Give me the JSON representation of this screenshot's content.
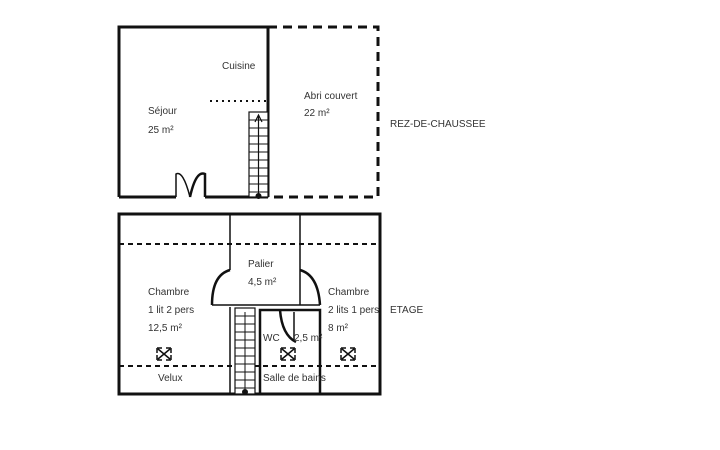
{
  "floors": {
    "ground": {
      "label": "REZ-DE-CHAUSSEE",
      "rooms": {
        "cuisine": {
          "name": "Cuisine"
        },
        "sejour": {
          "name": "Séjour",
          "area": "25 m²"
        },
        "abri": {
          "name": "Abri couvert",
          "area": "22 m²"
        }
      }
    },
    "upper": {
      "label": "ETAGE",
      "rooms": {
        "palier": {
          "name": "Palier",
          "area": "4,5 m²"
        },
        "chambre1": {
          "name": "Chambre",
          "beds": "1 lit 2 pers",
          "area": "12,5 m²"
        },
        "chambre2": {
          "name": "Chambre",
          "beds": "2 lits 1 pers",
          "area": "8 m²"
        },
        "wc": {
          "name": "WC",
          "area": "2,5 m²"
        },
        "sdb": {
          "name": "Salle de bains"
        }
      },
      "velux_label": "Velux"
    }
  }
}
